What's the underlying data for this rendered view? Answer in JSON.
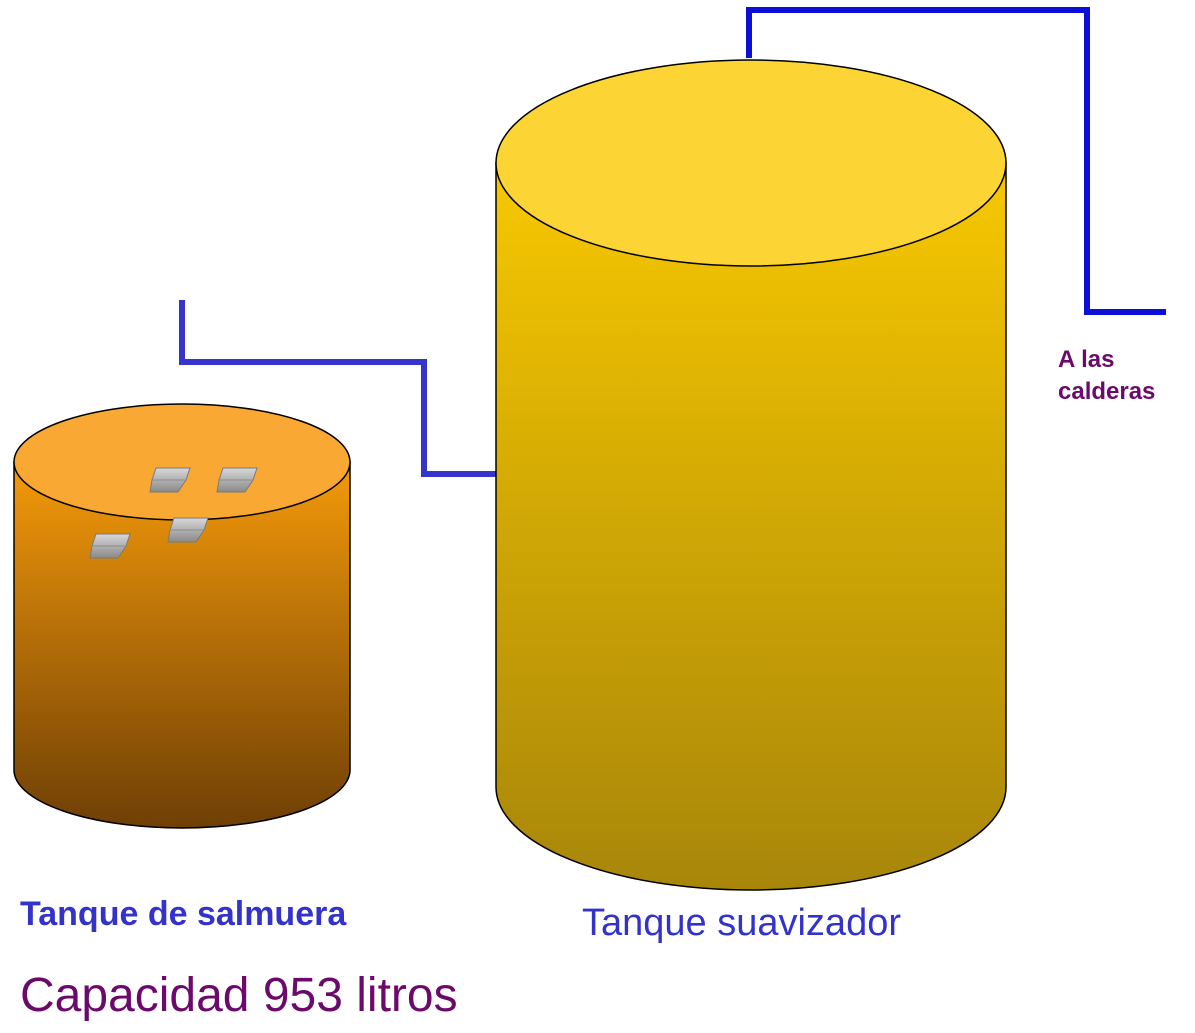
{
  "colors": {
    "pipe": "#0b10d8",
    "pipe_secondary": "#3535cc",
    "label_purple": "#6b0a6b",
    "label_blue": "#3333cc",
    "softener_top": "#fcd535",
    "softener_grad_top": "#f7c800",
    "softener_grad_bottom": "#a8860a",
    "brine_top": "#f9a833",
    "brine_grad_top": "#f59a0a",
    "brine_grad_bottom": "#6e3f05",
    "salt_block": "#a8a8a8",
    "outline": "#000000"
  },
  "labels": {
    "to_boilers_line1": "A las",
    "to_boilers_line2": "calderas",
    "brine_tank": "Tanque de salmuera",
    "softener_tank": "Tanque suavizador",
    "capacity": "Capacidad 953 litros"
  },
  "icons": {
    "salt_blocks": [
      "salt-block-icon",
      "salt-block-icon",
      "salt-block-icon",
      "salt-block-icon"
    ]
  }
}
